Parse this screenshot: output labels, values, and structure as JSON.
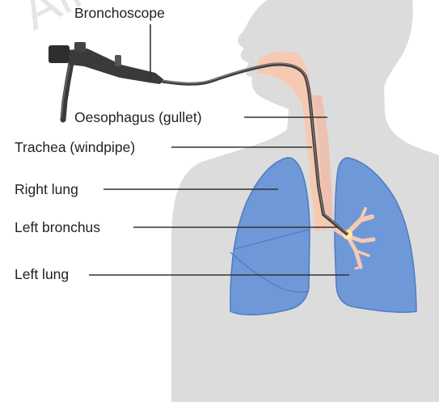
{
  "labels": {
    "bronchoscope": "Bronchoscope",
    "oesophagus": "Oesophagus (gullet)",
    "trachea": "Trachea (windpipe)",
    "right_lung": "Right lung",
    "left_bronchus": "Left bronchus",
    "left_lung": "Left lung"
  },
  "watermark": "All rig",
  "colors": {
    "silhouette": "#dcdcdc",
    "lung_fill": "#6f98d8",
    "lung_stroke": "#4f7bc4",
    "airway": "#f6c9b3",
    "scope": "#3b3b3b",
    "leader_line": "#333333"
  }
}
